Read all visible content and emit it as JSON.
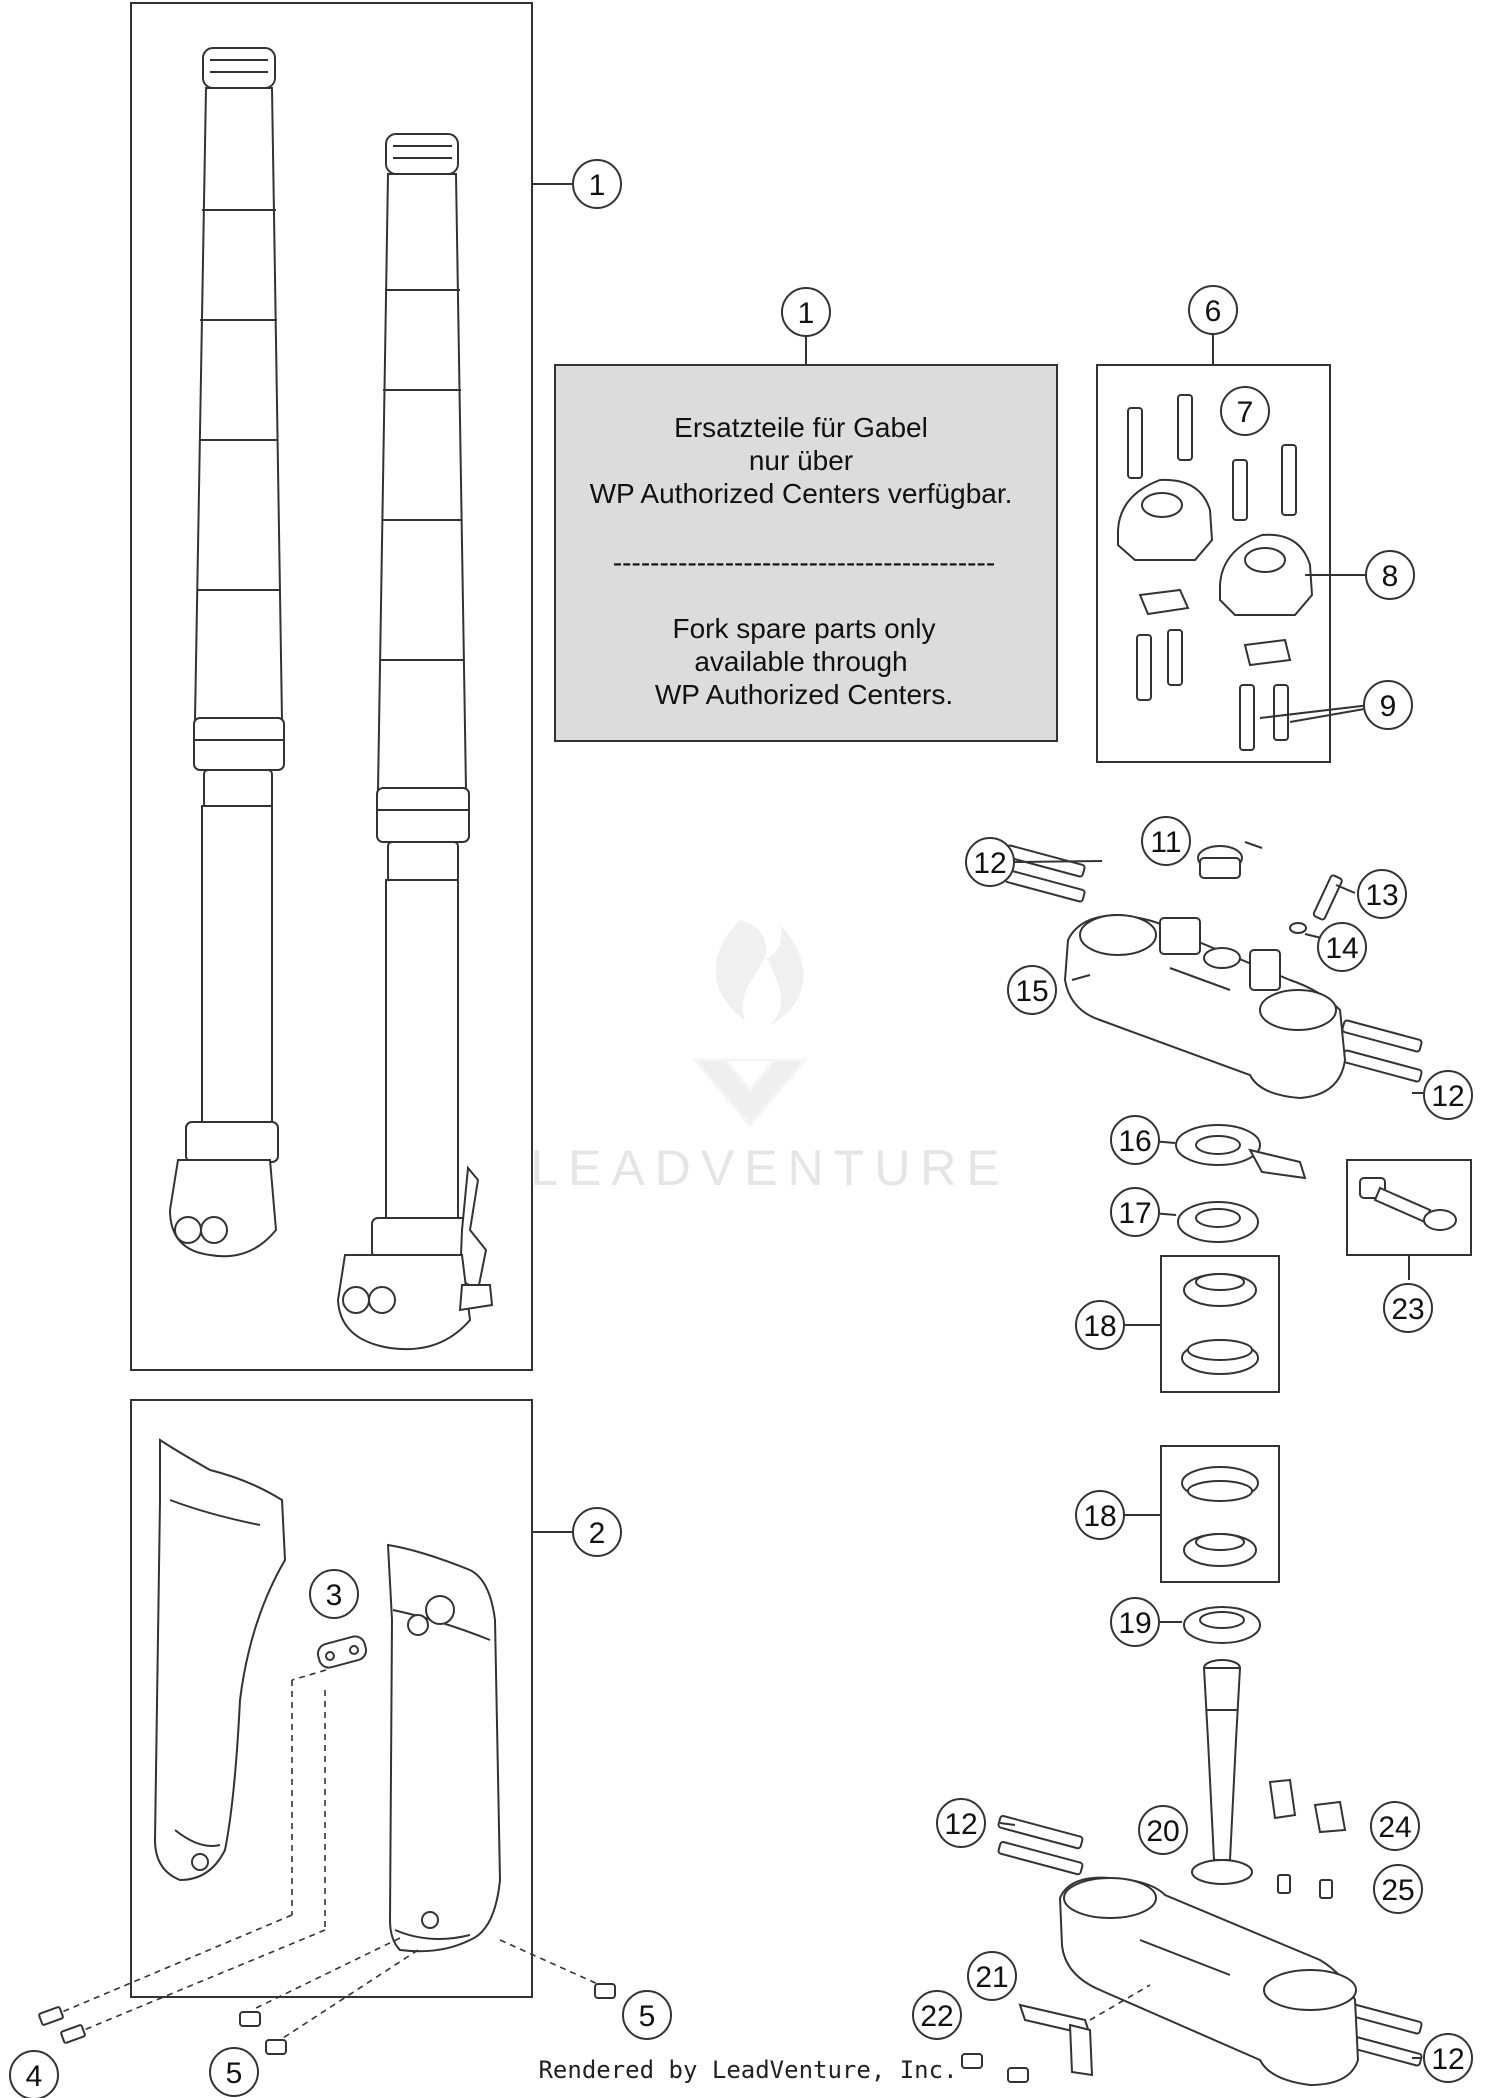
{
  "note": {
    "lines_de": [
      "Ersatzteile für Gabel",
      "nur über",
      "WP Authorized Centers verfügbar."
    ],
    "separator": "-----------------------------------------",
    "lines_en": [
      "Fork spare parts only",
      "available through",
      "WP Authorized Centers."
    ]
  },
  "callouts": [
    {
      "id": "c1a",
      "label": "1"
    },
    {
      "id": "c1b",
      "label": "1"
    },
    {
      "id": "c2",
      "label": "2"
    },
    {
      "id": "c3",
      "label": "3"
    },
    {
      "id": "c4",
      "label": "4"
    },
    {
      "id": "c5a",
      "label": "5"
    },
    {
      "id": "c5b",
      "label": "5"
    },
    {
      "id": "c6",
      "label": "6"
    },
    {
      "id": "c7",
      "label": "7"
    },
    {
      "id": "c8",
      "label": "8"
    },
    {
      "id": "c9",
      "label": "9"
    },
    {
      "id": "c11",
      "label": "11"
    },
    {
      "id": "c12a",
      "label": "12"
    },
    {
      "id": "c12b",
      "label": "12"
    },
    {
      "id": "c12c",
      "label": "12"
    },
    {
      "id": "c12d",
      "label": "12"
    },
    {
      "id": "c13",
      "label": "13"
    },
    {
      "id": "c14",
      "label": "14"
    },
    {
      "id": "c15",
      "label": "15"
    },
    {
      "id": "c16",
      "label": "16"
    },
    {
      "id": "c17",
      "label": "17"
    },
    {
      "id": "c18a",
      "label": "18"
    },
    {
      "id": "c18b",
      "label": "18"
    },
    {
      "id": "c19",
      "label": "19"
    },
    {
      "id": "c20",
      "label": "20"
    },
    {
      "id": "c21",
      "label": "21"
    },
    {
      "id": "c22",
      "label": "22"
    },
    {
      "id": "c23",
      "label": "23"
    },
    {
      "id": "c24",
      "label": "24"
    },
    {
      "id": "c25",
      "label": "25"
    }
  ],
  "watermark": "LEADVENTURE",
  "credit": "Rendered by LeadVenture, Inc."
}
